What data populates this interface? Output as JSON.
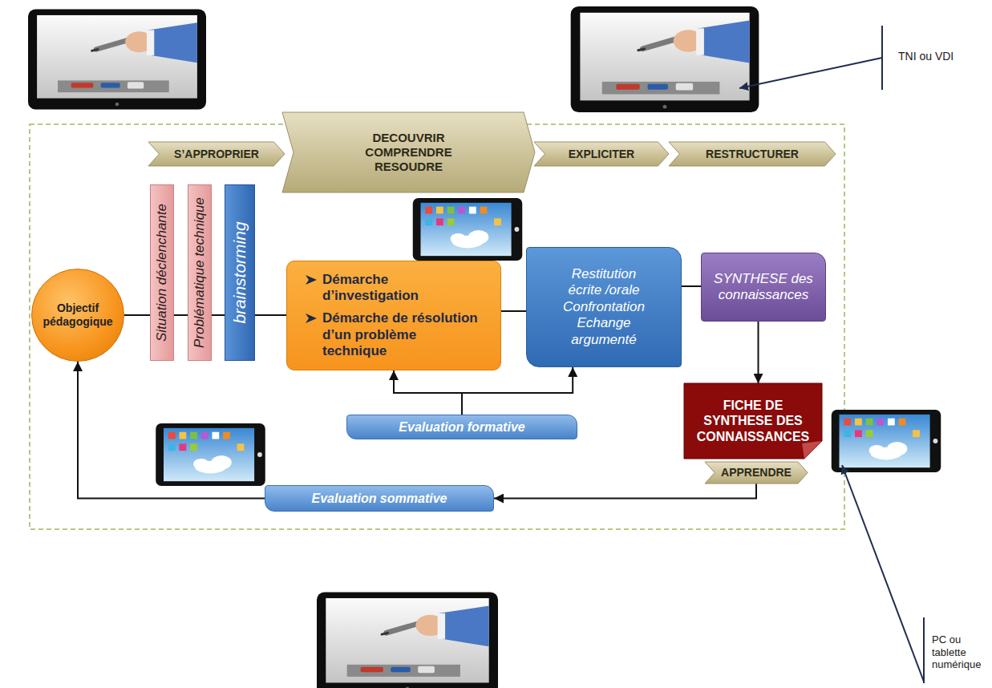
{
  "diagram": {
    "nodes": [
      {
        "text": [
          "S’APPROPRIER"
        ]
      },
      {
        "text": [
          "DECOUVRIR COMPRENDRE RESOUDRE"
        ]
      },
      {
        "text": [
          "EXPLICITER"
        ]
      },
      {
        "text": [
          "RESTRUCTURER"
        ]
      },
      {
        "text": [
          "Objectif pédagogique"
        ]
      },
      {
        "text": [
          "Situation déclenchante"
        ]
      },
      {
        "text": [
          "Problématique technique"
        ]
      },
      {
        "text": [
          "brainstorming"
        ]
      },
      {
        "text": [
          "Démarche d’investigation",
          "Démarche de résolution d’un problème technique"
        ]
      },
      {
        "text": [
          "Restitution écrite /orale Confrontation Echange argumenté"
        ]
      },
      {
        "text": [
          "SYNTHESE des connaissances"
        ]
      },
      {
        "text": [
          "FICHE DE SYNTHESE DES CONNAISSANCES"
        ]
      },
      {
        "text": [
          "Evaluation formative"
        ]
      },
      {
        "text": [
          "APPRENDRE"
        ]
      },
      {
        "text": [
          "Evaluation sommative"
        ]
      }
    ],
    "edges": [
      {
        "from": 4,
        "to": 5,
        "arrow": "none"
      },
      {
        "from": 5,
        "to": 6,
        "arrow": "none"
      },
      {
        "from": 6,
        "to": 7,
        "arrow": "none"
      },
      {
        "from": 7,
        "to": 8,
        "arrow": "none"
      },
      {
        "from": 8,
        "to": 9,
        "arrow": "none"
      },
      {
        "from": 9,
        "to": 10,
        "arrow": "none"
      },
      {
        "from": 10,
        "to": 11,
        "arrow": "to"
      },
      {
        "from": 12,
        "to": 8,
        "arrow": "to"
      },
      {
        "from": 12,
        "to": 9,
        "arrow": "to"
      },
      {
        "from": 13,
        "to": 14,
        "arrow": "to"
      },
      {
        "from": 14,
        "to": 4,
        "arrow": "to"
      }
    ],
    "labels": [
      "TNI ou VDI",
      "PC ou tablette numérique"
    ]
  }
}
